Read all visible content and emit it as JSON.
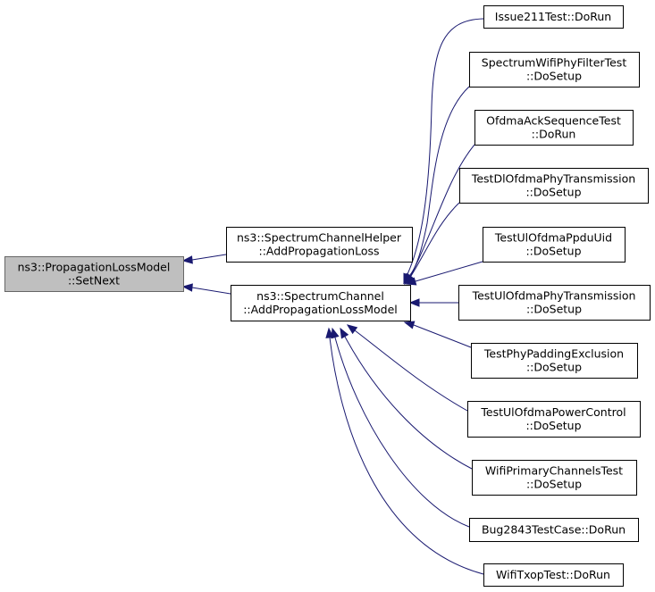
{
  "graph": {
    "nodes": {
      "root": {
        "lines": [
          "ns3::PropagationLossModel",
          "::SetNext"
        ]
      },
      "helper": {
        "lines": [
          "ns3::SpectrumChannelHelper",
          "::AddPropagationLoss"
        ]
      },
      "channel": {
        "lines": [
          "ns3::SpectrumChannel",
          "::AddPropagationLossModel"
        ]
      },
      "c1": {
        "lines": [
          "Issue211Test::DoRun"
        ]
      },
      "c2": {
        "lines": [
          "SpectrumWifiPhyFilterTest",
          "::DoSetup"
        ]
      },
      "c3": {
        "lines": [
          "OfdmaAckSequenceTest",
          "::DoRun"
        ]
      },
      "c4": {
        "lines": [
          "TestDlOfdmaPhyTransmission",
          "::DoSetup"
        ]
      },
      "c5": {
        "lines": [
          "TestUlOfdmaPpduUid",
          "::DoSetup"
        ]
      },
      "c6": {
        "lines": [
          "TestUlOfdmaPhyTransmission",
          "::DoSetup"
        ]
      },
      "c7": {
        "lines": [
          "TestPhyPaddingExclusion",
          "::DoSetup"
        ]
      },
      "c8": {
        "lines": [
          "TestUlOfdmaPowerControl",
          "::DoSetup"
        ]
      },
      "c9": {
        "lines": [
          "WifiPrimaryChannelsTest",
          "::DoSetup"
        ]
      },
      "c10": {
        "lines": [
          "Bug2843TestCase::DoRun"
        ]
      },
      "c11": {
        "lines": [
          "WifiTxopTest::DoRun"
        ]
      }
    },
    "edges": [
      {
        "from": "helper",
        "to": "root"
      },
      {
        "from": "channel",
        "to": "root"
      },
      {
        "from": "c1",
        "to": "channel"
      },
      {
        "from": "c2",
        "to": "channel"
      },
      {
        "from": "c3",
        "to": "channel"
      },
      {
        "from": "c4",
        "to": "channel"
      },
      {
        "from": "c5",
        "to": "channel"
      },
      {
        "from": "c6",
        "to": "channel"
      },
      {
        "from": "c7",
        "to": "channel"
      },
      {
        "from": "c8",
        "to": "channel"
      },
      {
        "from": "c9",
        "to": "channel"
      },
      {
        "from": "c10",
        "to": "channel"
      },
      {
        "from": "c11",
        "to": "channel"
      }
    ],
    "colors": {
      "edge": "#191970",
      "root_fill": "#bfbfbf",
      "node_fill": "#ffffff"
    }
  }
}
